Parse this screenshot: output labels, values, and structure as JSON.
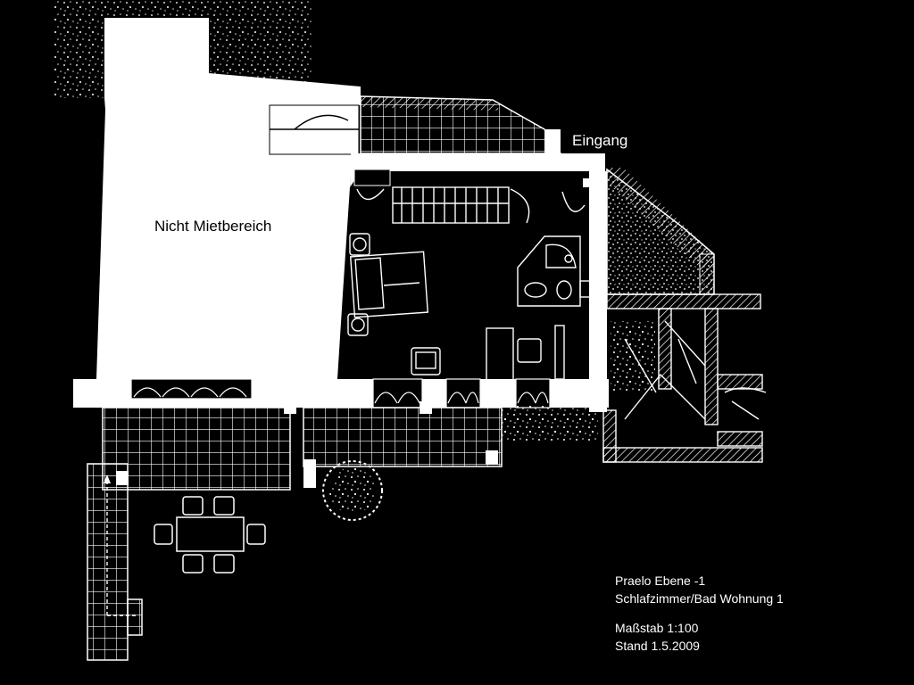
{
  "labels": {
    "entrance": "Eingang",
    "non_rental_area": "Nicht Mietbereich"
  },
  "legend": {
    "project": "Praelo Ebene -1",
    "rooms": "Schlafzimmer/Bad Wohnung 1",
    "scale": "Maßstab 1:100",
    "date": "Stand 1.5.2009"
  },
  "colors": {
    "background": "#000000",
    "lines": "#ffffff",
    "walls": "#ffffff"
  }
}
